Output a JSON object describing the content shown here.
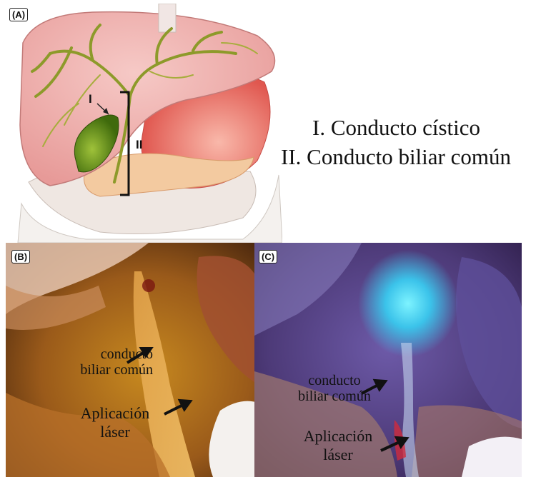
{
  "panels": {
    "a": {
      "label": "(A)",
      "marker_i": "I",
      "marker_ii": "II"
    },
    "b": {
      "label": "(B)",
      "ann_duct": [
        "conducto",
        "biliar común"
      ],
      "ann_laser": [
        "Aplicación",
        "láser"
      ]
    },
    "c": {
      "label": "(C)",
      "ann_duct": [
        "conducto",
        "biliar común"
      ],
      "ann_laser": [
        "Aplicación",
        "láser"
      ]
    }
  },
  "legend": {
    "line1": "I. Conducto cístico",
    "line2": "II. Conducto biliar común"
  }
}
